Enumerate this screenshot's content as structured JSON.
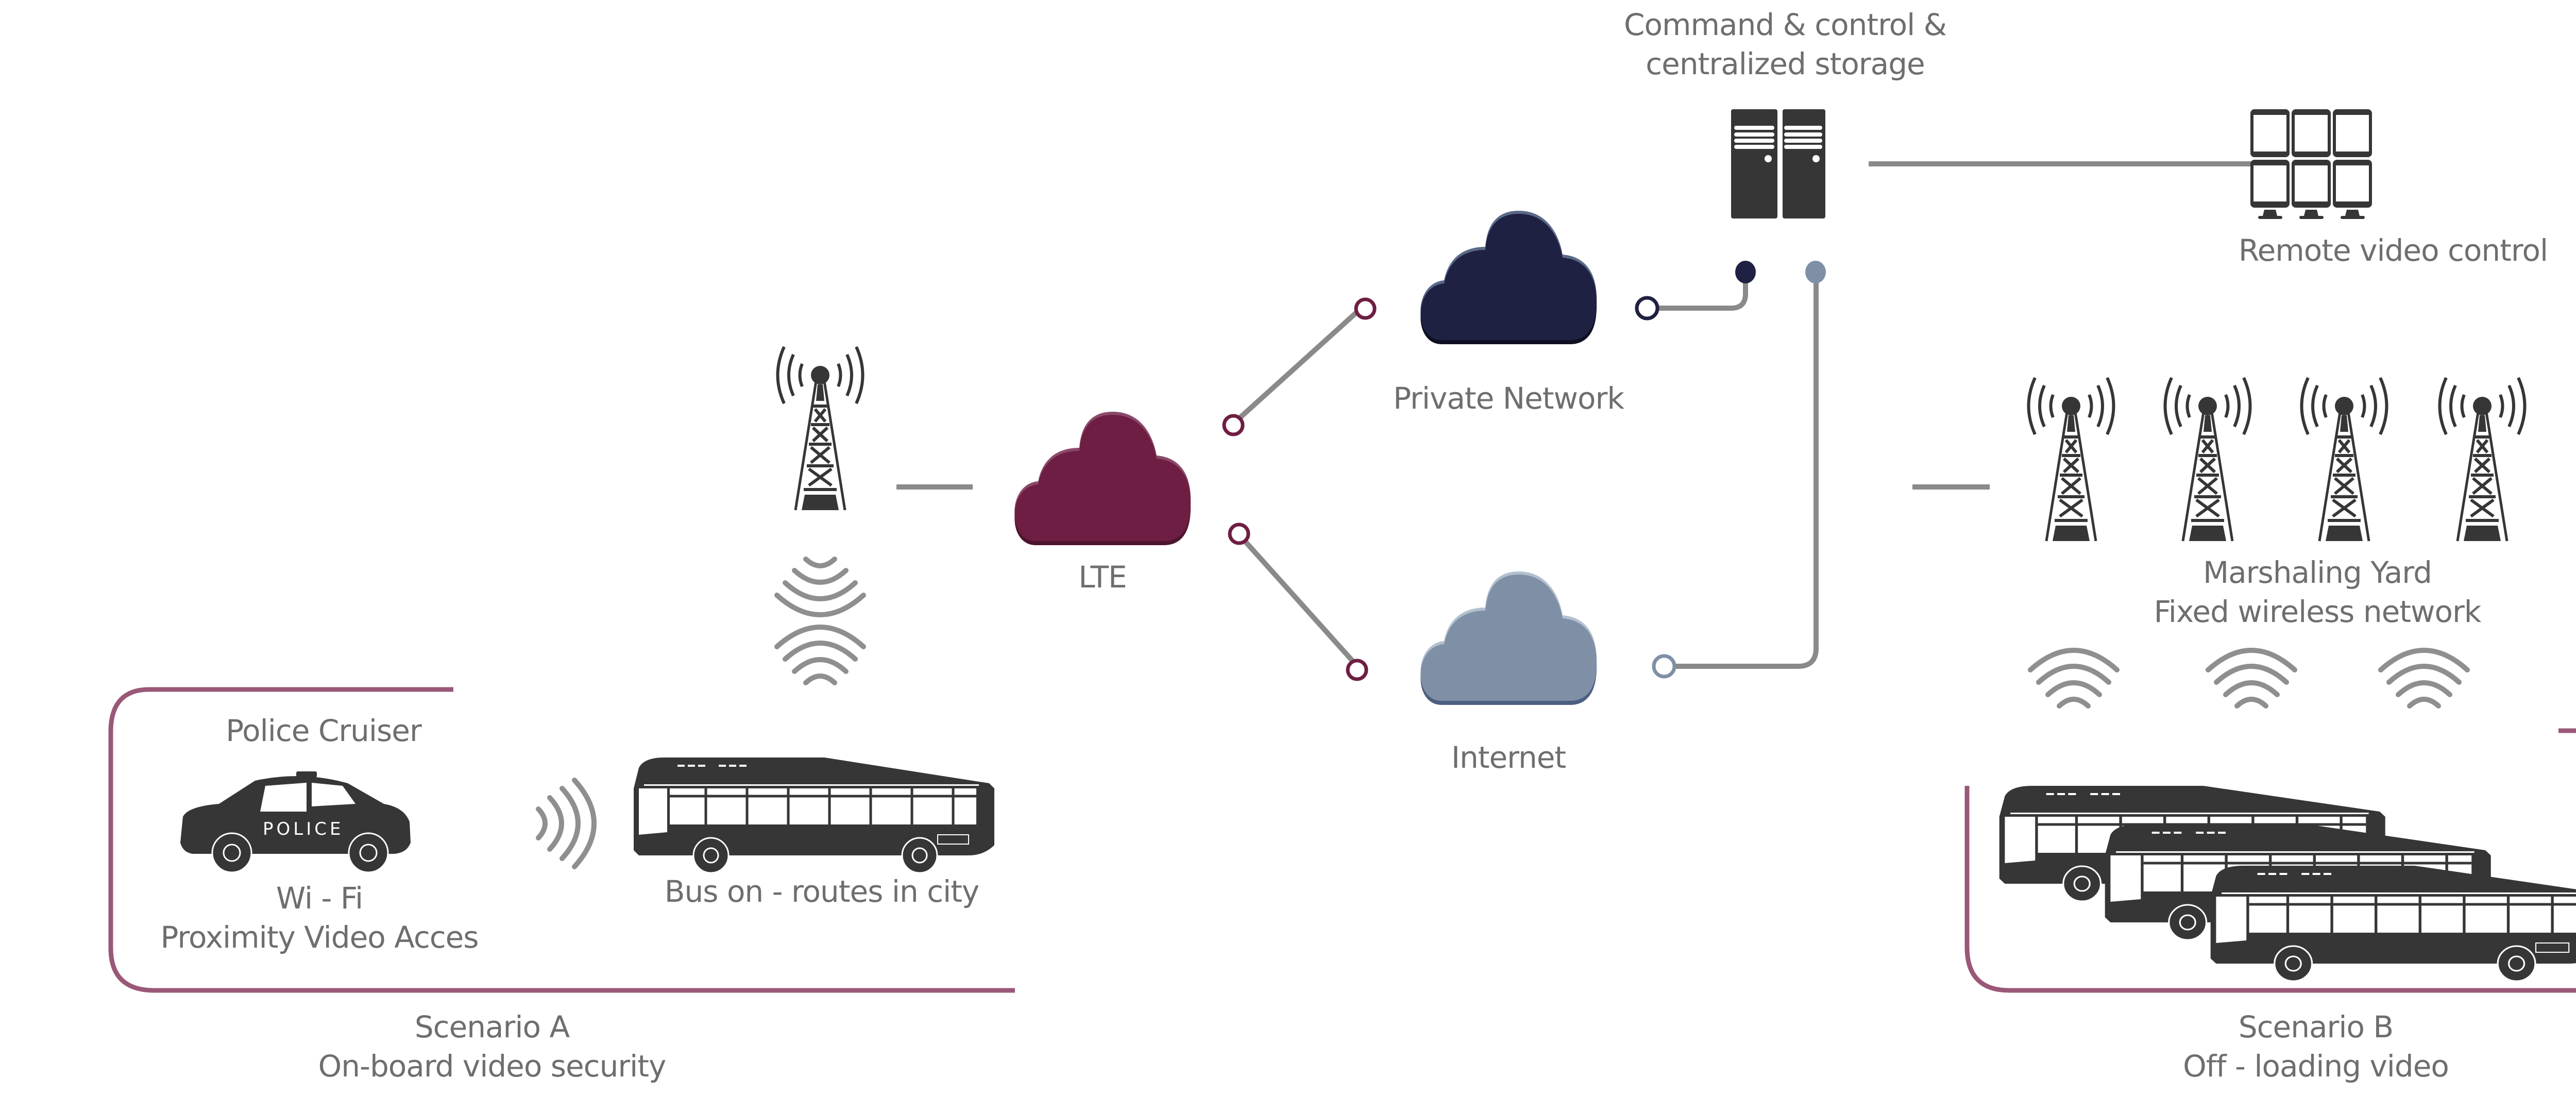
{
  "title": "Mobile video surveillance network diagram",
  "colors": {
    "lte": "#6e1e42",
    "private": "#1f2142",
    "internet": "#7f90a6",
    "line": "#8a8a8a",
    "icon": "#363636",
    "scenario_border": "#9a5878",
    "text": "#6e6e6e"
  },
  "nodes": {
    "command": {
      "line1": "Command & control &",
      "line2": "centralized storage",
      "icon": "server-icon"
    },
    "remote": {
      "label": "Remote video control",
      "icon": "monitor-wall-icon"
    },
    "private": {
      "label": "Private Network",
      "icon": "cloud-icon"
    },
    "internet": {
      "label": "Internet",
      "icon": "cloud-icon"
    },
    "lte": {
      "label": "LTE",
      "icon": "cloud-icon"
    },
    "lte_tower": {
      "icon": "cell-tower-icon"
    },
    "yard": {
      "line1": "Marshaling Yard",
      "line2": "Fixed wireless network",
      "tower_count": 4,
      "icon": "cell-tower-icon"
    },
    "police": {
      "label": "Police Cruiser",
      "car_text": "POLICE",
      "line1": "Wi - Fi",
      "line2": "Proximity Video Acces",
      "icon": "police-car-icon"
    },
    "bus": {
      "label": "Bus on - routes in city",
      "icon": "bus-icon"
    }
  },
  "scenarios": {
    "a": {
      "line1": "Scenario A",
      "line2": "On-board video security"
    },
    "b": {
      "line1": "Scenario B",
      "line2": "Off - loading video"
    }
  },
  "connections": [
    {
      "from": "lte_tower",
      "to": "lte"
    },
    {
      "from": "lte",
      "to": "private"
    },
    {
      "from": "lte",
      "to": "internet"
    },
    {
      "from": "private",
      "to": "command"
    },
    {
      "from": "internet",
      "to": "command"
    },
    {
      "from": "command",
      "to": "remote"
    },
    {
      "from": "yard",
      "to": "internet"
    }
  ]
}
